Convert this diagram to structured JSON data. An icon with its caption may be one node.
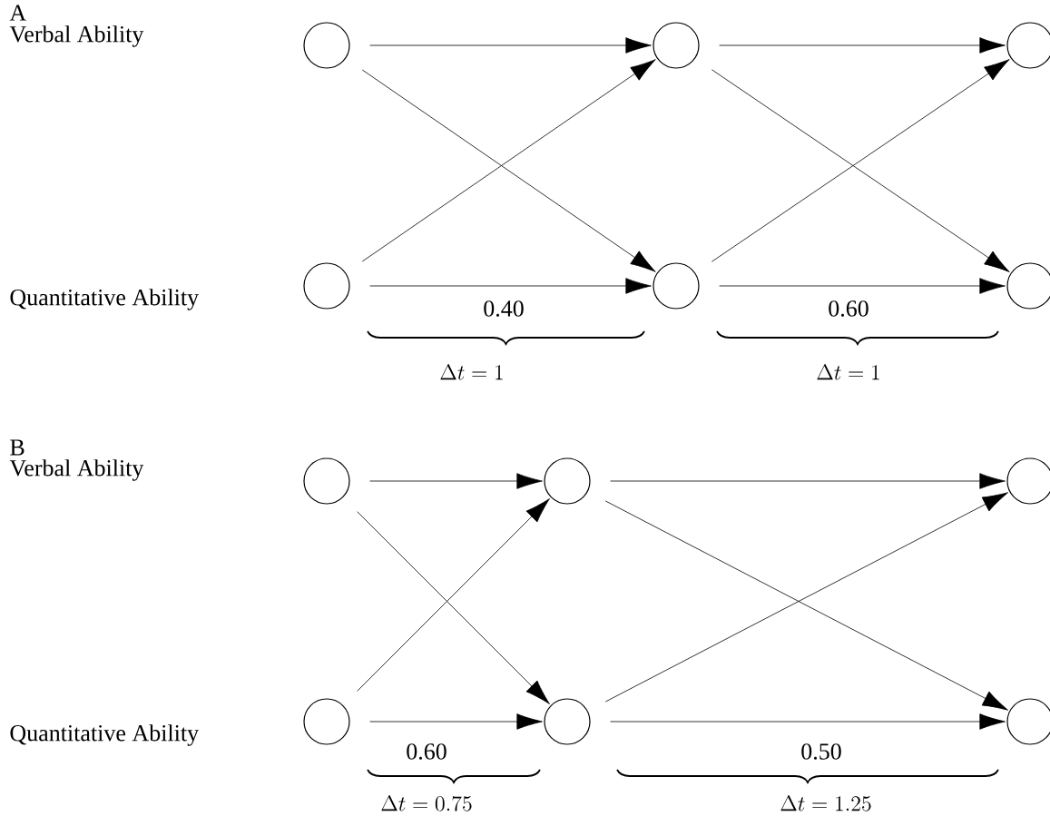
{
  "diagram": {
    "nodes": [
      {
        "text": [],
        "shape": "circle"
      },
      {
        "text": [],
        "shape": "circle"
      },
      {
        "text": [],
        "shape": "circle"
      },
      {
        "text": [],
        "shape": "circle"
      },
      {
        "text": [],
        "shape": "circle"
      },
      {
        "text": [],
        "shape": "circle"
      },
      {
        "text": [],
        "shape": "circle"
      },
      {
        "text": [],
        "shape": "circle"
      },
      {
        "text": [],
        "shape": "circle"
      },
      {
        "text": [],
        "shape": "circle"
      },
      {
        "text": [],
        "shape": "circle"
      },
      {
        "text": [],
        "shape": "circle"
      }
    ],
    "edges": [
      {
        "from": 0,
        "to": 1,
        "arrow": "to"
      },
      {
        "from": 0,
        "to": 4,
        "arrow": "to"
      },
      {
        "from": 3,
        "to": 1,
        "arrow": "to"
      },
      {
        "from": 3,
        "to": 4,
        "arrow": "to"
      },
      {
        "from": 1,
        "to": 2,
        "arrow": "to"
      },
      {
        "from": 1,
        "to": 5,
        "arrow": "to"
      },
      {
        "from": 4,
        "to": 2,
        "arrow": "to"
      },
      {
        "from": 4,
        "to": 5,
        "arrow": "to"
      },
      {
        "from": 6,
        "to": 7,
        "arrow": "to"
      },
      {
        "from": 6,
        "to": 10,
        "arrow": "to"
      },
      {
        "from": 9,
        "to": 7,
        "arrow": "to"
      },
      {
        "from": 9,
        "to": 10,
        "arrow": "to"
      },
      {
        "from": 7,
        "to": 8,
        "arrow": "to"
      },
      {
        "from": 7,
        "to": 11,
        "arrow": "to"
      },
      {
        "from": 10,
        "to": 8,
        "arrow": "to"
      },
      {
        "from": 10,
        "to": 11,
        "arrow": "to"
      }
    ],
    "labels": [
      "A",
      "Verbal Ability",
      "Quantitative Ability",
      "0.40",
      "0.60",
      "\\Delta t = 1",
      "\\Delta t = 1",
      "B",
      "Verbal Ability",
      "Quantitative Ability",
      "0.60",
      "0.50",
      "\\Delta t = 0.75",
      "\\Delta t = 1.25"
    ]
  }
}
